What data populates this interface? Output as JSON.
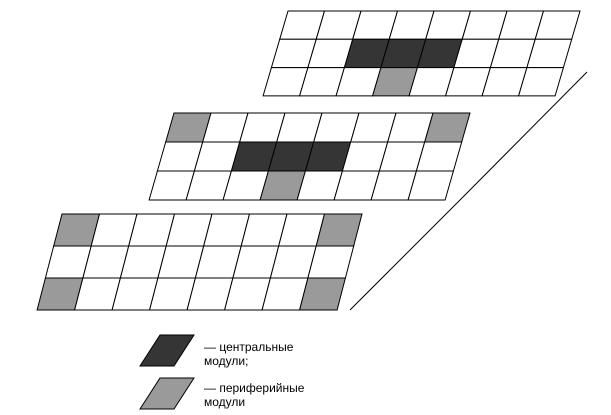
{
  "colors": {
    "background": "#ffffff",
    "empty": "#ffffff",
    "central": "#353535",
    "peripheral": "#9a9a9a",
    "stroke": "#000000"
  },
  "grid": {
    "rows": 3,
    "cols": 8
  },
  "layers": [
    {
      "name": "top-layer",
      "central": [
        [
          1,
          2
        ],
        [
          1,
          3
        ],
        [
          1,
          4
        ]
      ],
      "peripheral": [
        [
          2,
          3
        ]
      ]
    },
    {
      "name": "middle-layer",
      "central": [
        [
          1,
          2
        ],
        [
          1,
          3
        ],
        [
          1,
          4
        ]
      ],
      "peripheral": [
        [
          0,
          0
        ],
        [
          0,
          7
        ],
        [
          2,
          3
        ]
      ]
    },
    {
      "name": "bottom-layer",
      "central": [],
      "peripheral": [
        [
          0,
          0
        ],
        [
          0,
          7
        ],
        [
          2,
          0
        ],
        [
          2,
          7
        ]
      ]
    }
  ],
  "legend": {
    "central_label": "— центральные модули;",
    "peripheral_label": "— периферийные модули"
  }
}
